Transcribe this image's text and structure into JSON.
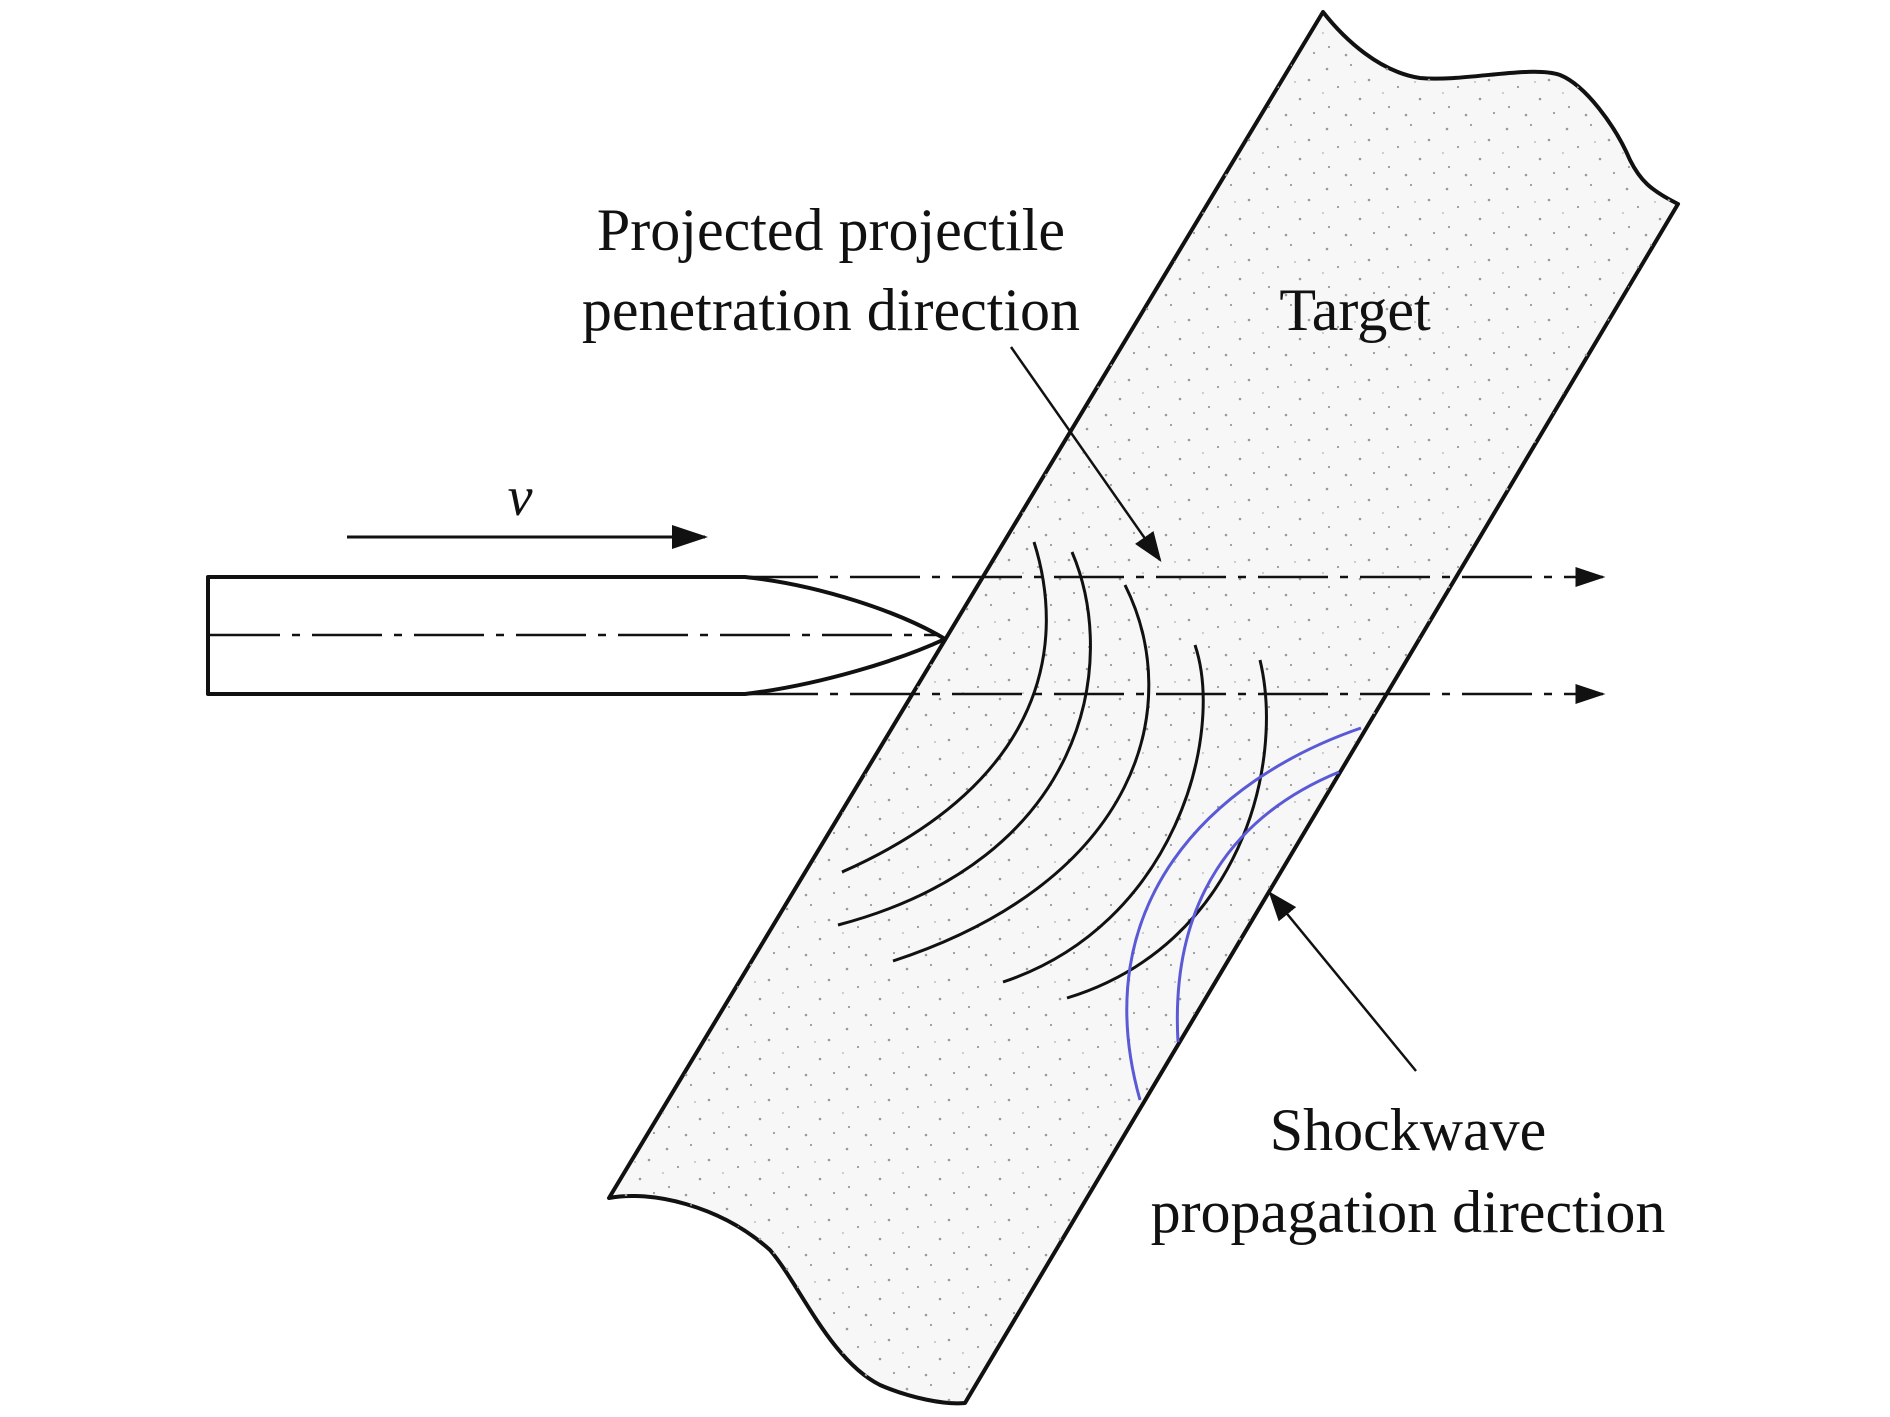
{
  "labels": {
    "velocity": "v",
    "projected_line1": "Projected projectile",
    "projected_line2": "penetration direction",
    "target": "Target",
    "shockwave_line1": "Shockwave",
    "shockwave_line2": "propagation direction"
  },
  "colors": {
    "ink": "#111111",
    "shockwave_reflected": "#5a5ad6",
    "target_fill": "#f7f7f7",
    "speckle": "#9a9a9a"
  }
}
